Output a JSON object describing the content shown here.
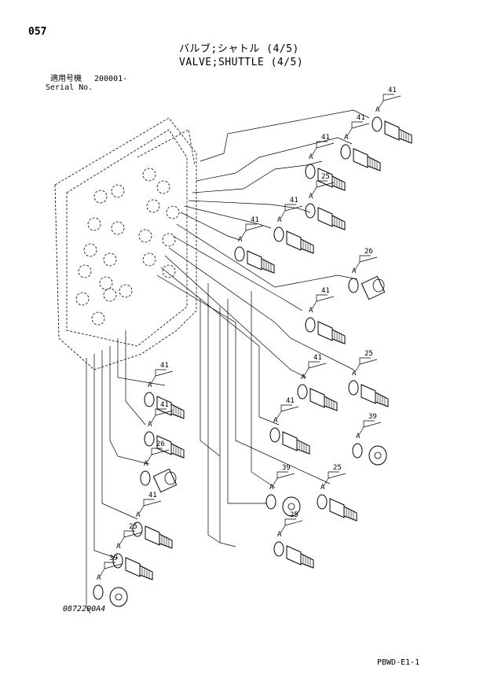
{
  "page": {
    "number": "057",
    "title_jp": "バルブ;シャトル (4/5)",
    "title_en": "VALVE;SHUTTLE (4/5)",
    "serial_label_jp": "適用号機",
    "serial_value": "200001-",
    "serial_label_en": "Serial No.",
    "drawing_number": "0872200A4",
    "doc_code": "PBWD-E1-1"
  },
  "diagram": {
    "o_ring_letter": "A",
    "parts": [
      {
        "no": "41",
        "type": "union"
      },
      {
        "no": "41",
        "type": "union"
      },
      {
        "no": "41",
        "type": "union"
      },
      {
        "no": "25",
        "type": "union"
      },
      {
        "no": "41",
        "type": "union"
      },
      {
        "no": "41",
        "type": "union"
      },
      {
        "no": "26",
        "type": "adapter"
      },
      {
        "no": "41",
        "type": "union"
      },
      {
        "no": "25",
        "type": "union"
      },
      {
        "no": "41",
        "type": "union"
      },
      {
        "no": "41",
        "type": "union"
      },
      {
        "no": "39",
        "type": "plug"
      },
      {
        "no": "41",
        "type": "union"
      },
      {
        "no": "26",
        "type": "adapter"
      },
      {
        "no": "39",
        "type": "plug"
      },
      {
        "no": "25",
        "type": "union"
      },
      {
        "no": "41",
        "type": "union"
      },
      {
        "no": "41",
        "type": "union"
      },
      {
        "no": "25",
        "type": "union"
      },
      {
        "no": "25",
        "type": "union"
      },
      {
        "no": "39",
        "type": "plug"
      }
    ]
  }
}
